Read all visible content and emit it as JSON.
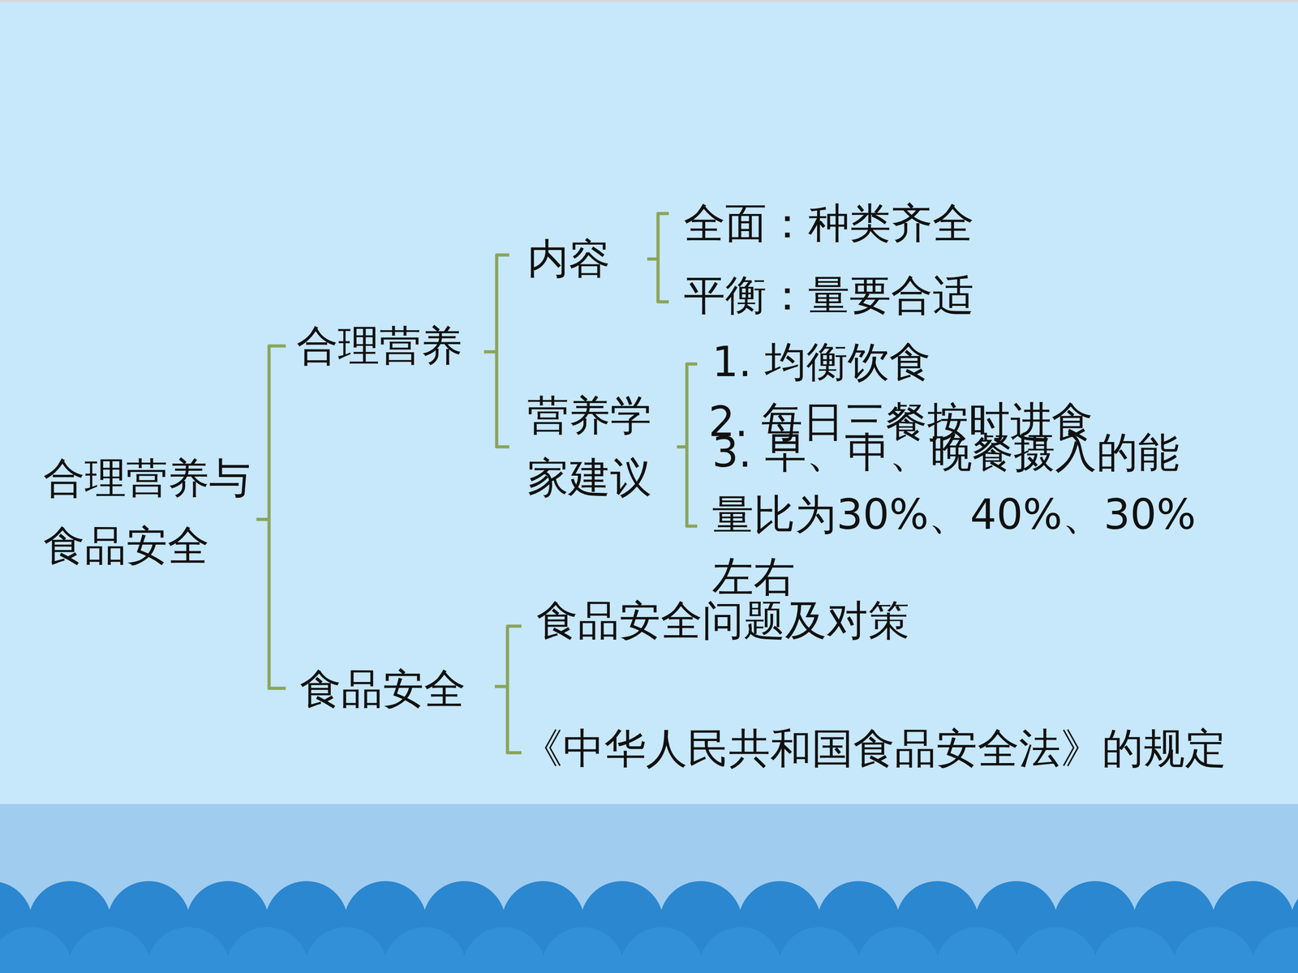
{
  "diagram": {
    "labels": [
      "合理营养与 食品安全",
      "合理营养",
      "内容",
      "全面：种类齐全",
      "平衡：量要合适",
      "营养学 家建议",
      "1. 均衡饮食",
      "2. 每日三餐按时进食",
      "3. 早、中、晚餐摄入的能 量比为30%、40%、30%左右",
      "食品安全问题及对策",
      "食品安全",
      "《中华人民共和国食品安全法》的规定"
    ]
  }
}
